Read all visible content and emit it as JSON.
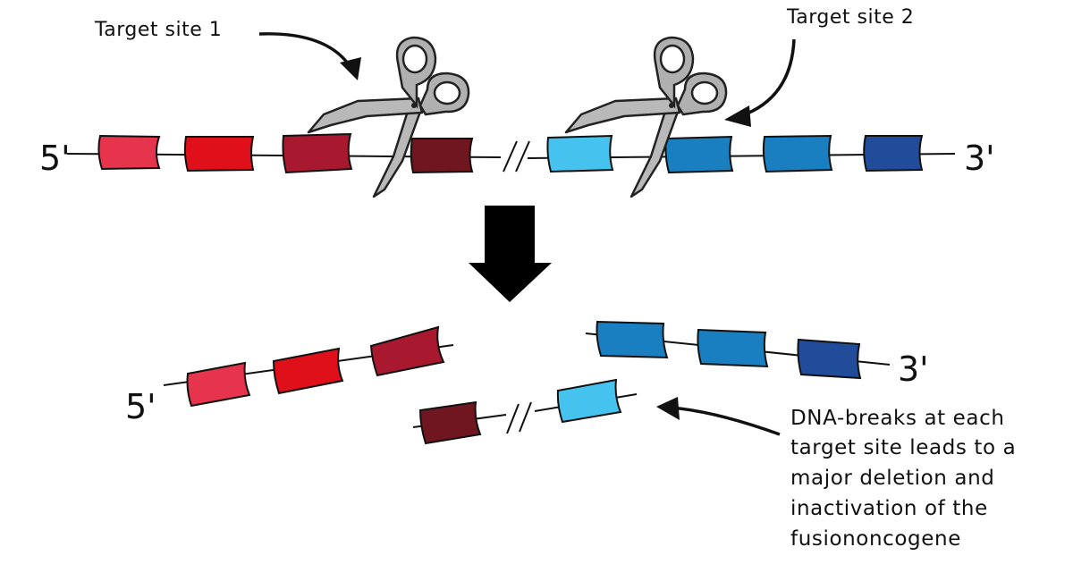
{
  "labels": {
    "target_site_1": "Target site 1",
    "target_site_2": "Target site 2",
    "five_prime": "5'",
    "three_prime": "3'"
  },
  "note_lines": [
    "DNA-breaks at each",
    "target site leads to a",
    "major deletion and",
    "inactivation of the",
    "fusiononcogene"
  ],
  "colors": {
    "exon_red_light": "#e5344c",
    "exon_red": "#e0101b",
    "exon_red_dark": "#a8182e",
    "exon_maroon": "#6f1620",
    "exon_blue_light": "#46c2ee",
    "exon_blue": "#1a7fc1",
    "exon_blue_dark": "#214c9a",
    "scissors": "#b9b9b9",
    "arrow": "#000000"
  },
  "icons": [
    "scissors-icon",
    "scissors-icon",
    "down-arrow-icon",
    "curved-arrow-icon"
  ]
}
